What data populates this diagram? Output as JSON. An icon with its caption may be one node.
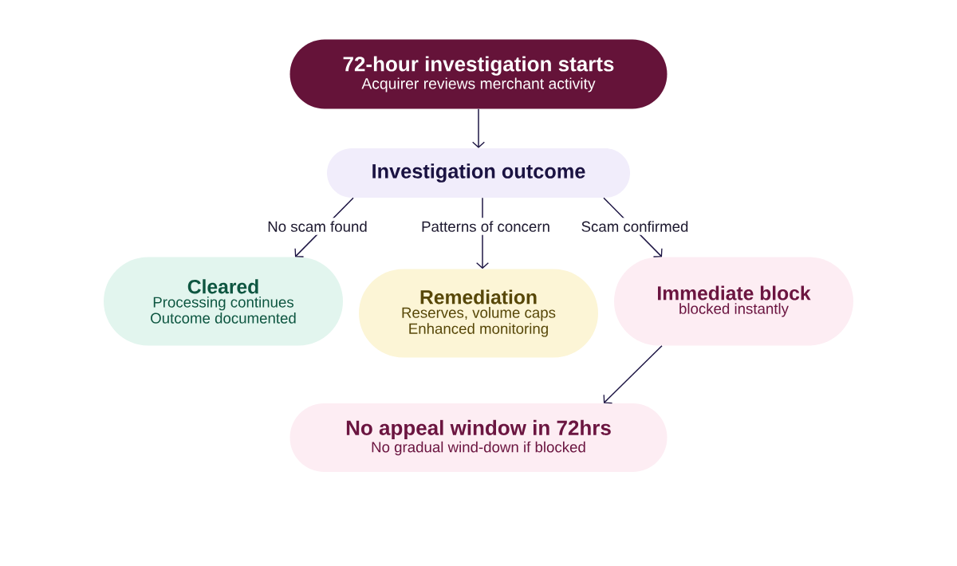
{
  "diagram": {
    "nodes": [
      {
        "text": [
          "72-hour investigation starts",
          "Acquirer reviews merchant activity"
        ]
      },
      {
        "text": [
          "Investigation outcome"
        ]
      },
      {
        "text": [
          "Cleared",
          "Processing continues",
          "Outcome documented"
        ]
      },
      {
        "text": [
          "Remediation",
          "Reserves, volume caps",
          "Enhanced monitoring"
        ]
      },
      {
        "text": [
          "Immediate block",
          "blocked instantly"
        ]
      },
      {
        "text": [
          "No appeal window in 72hrs",
          "No gradual wind-down if blocked"
        ]
      }
    ],
    "edges": [
      {
        "from": 0,
        "to": 1,
        "arrow": "to"
      },
      {
        "from": 1,
        "to": 2,
        "arrow": "to",
        "label": "No scam found"
      },
      {
        "from": 1,
        "to": 3,
        "arrow": "to",
        "label": "Patterns of concern"
      },
      {
        "from": 1,
        "to": 4,
        "arrow": "to",
        "label": "Scam confirmed"
      },
      {
        "from": 4,
        "to": 5,
        "arrow": "to"
      }
    ]
  }
}
